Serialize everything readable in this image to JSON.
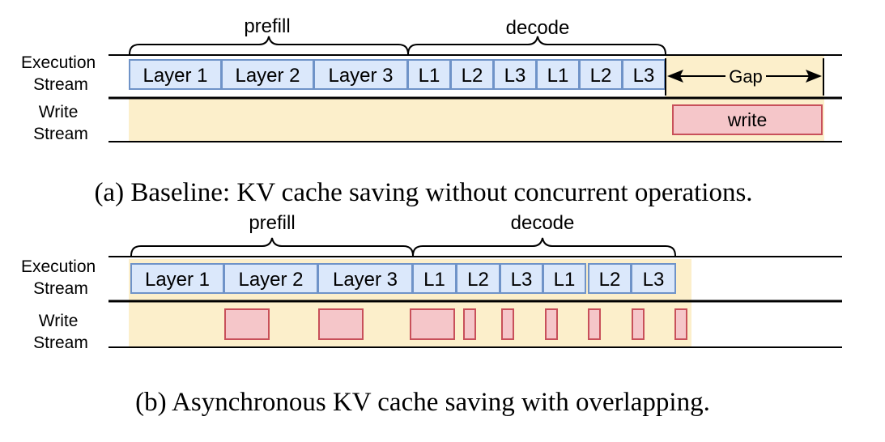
{
  "panels": [
    {
      "id": "a",
      "caption": "(a) Baseline: KV cache saving without concurrent operations.",
      "brace_labels": [
        "prefill",
        "decode"
      ],
      "stream_labels": {
        "execution": [
          "Execution",
          "Stream"
        ],
        "write": [
          "Write",
          "Stream"
        ]
      },
      "execution_blocks": [
        "Layer 1",
        "Layer 2",
        "Layer 3",
        "L1",
        "L2",
        "L3",
        "L1",
        "L2",
        "L3"
      ],
      "gap_label": "Gap",
      "write_label": "write"
    },
    {
      "id": "b",
      "caption": "(b) Asynchronous KV cache saving with overlapping.",
      "brace_labels": [
        "prefill",
        "decode"
      ],
      "stream_labels": {
        "execution": [
          "Execution",
          "Stream"
        ],
        "write": [
          "Write",
          "Stream"
        ]
      },
      "execution_blocks": [
        "Layer 1",
        "Layer 2",
        "Layer 3",
        "L1",
        "L2",
        "L3",
        "L1",
        "L2",
        "L3"
      ]
    }
  ],
  "colors": {
    "layer_fill": "#dbe8fb",
    "layer_stroke": "#6f93c8",
    "write_fill": "#f5c6c9",
    "write_stroke": "#c8505a",
    "highlight": "#fcefcb",
    "line": "#000000"
  }
}
